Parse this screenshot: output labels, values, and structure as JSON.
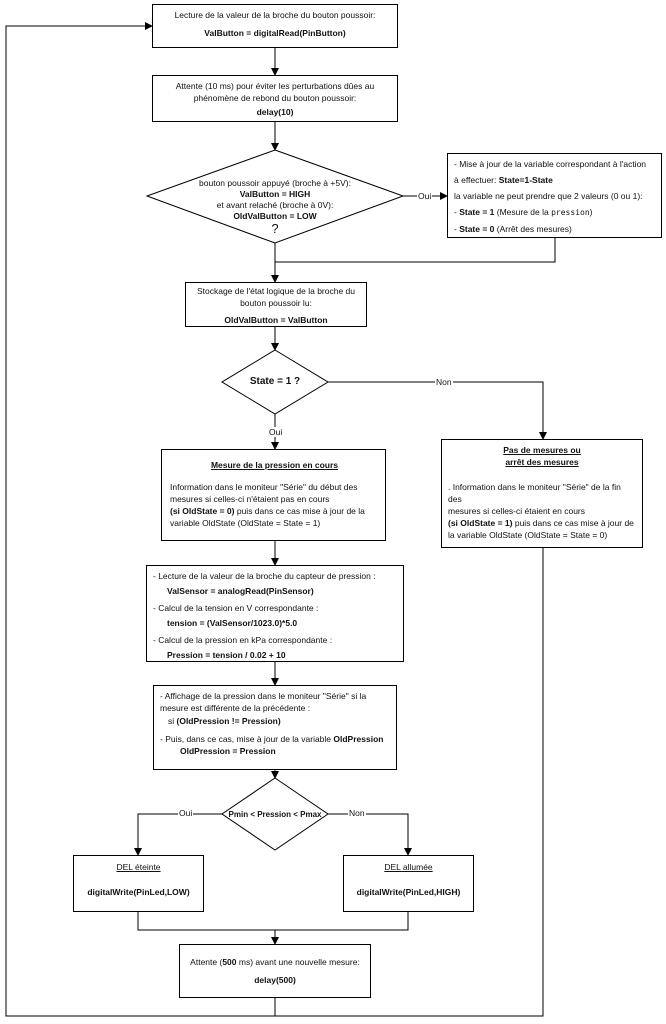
{
  "read_box": {
    "line1": "Lecture de la valeur de la broche du bouton poussoir:",
    "line2": "ValButton = digitalRead(PinButton)"
  },
  "debounce_box": {
    "line1": "Attente (10 ms) pour éviter les perturbations dûes au",
    "line2": "phénomène de rebond du bouton poussoir:",
    "line3": "delay(10)"
  },
  "decision_press": {
    "line1": "bouton poussoir appuyé (broche à +5V):",
    "line2": "ValButton = HIGH",
    "line3": "et avant relaché (broche à 0V):",
    "line4": "OldValButton = LOW",
    "line5": "?"
  },
  "state_update_box": {
    "line1": "- Mise à jour de la variable correspondant à l'action",
    "line2_prefix": "à effectuer: ",
    "line2_bold": "State=1-State",
    "line3": "la variable ne peut prendre que 2 valeurs (0 ou 1):",
    "line4_prefix": "- ",
    "line4_bold": "State = 1",
    "line4_suffix": " (Mesure de la ",
    "line4_word": "pression",
    "line4_end": ")",
    "line5_prefix": "- ",
    "line5_bold": "State = 0",
    "line5_suffix": " (Arrêt des mesures)"
  },
  "store_box": {
    "line1": "Stockage de l'état logique de la broche du",
    "line2": "bouton poussoir lu:",
    "line3": "OldValButton = ValButton"
  },
  "decision_state": {
    "text": "State = 1 ?"
  },
  "labels": {
    "oui_press": "Oui",
    "non_state": "Non",
    "oui_state": "Oui",
    "oui_range": "Oui",
    "non_range": "Non"
  },
  "measure_box": {
    "title": "Mesure de la pression en cours",
    "line1": "Information dans le moniteur \"Série\" du début des",
    "line2": "mesures si celles-ci n'étaient pas en cours",
    "line3_bold": "(si OldState = 0)",
    "line3_rest": "  puis dans ce cas mise à jour de la",
    "line4": "variable OldState (OldState = State = 1)"
  },
  "no_measure_box": {
    "title1": "Pas de mesures ou",
    "title2": "arrêt des mesures",
    "line1": ". Information dans le moniteur \"Série\" de la fin des",
    "line2": "mesures si celles-ci étaient en cours",
    "line3_bold": "(si OldState = 1)",
    "line3_rest": "  puis dans ce cas mise à jour de",
    "line4": "la variable OldState (OldState = State = 0)"
  },
  "sensor_box": {
    "line1": "- Lecture de la valeur de la broche du capteur de pression :",
    "line2": "ValSensor = analogRead(PinSensor)",
    "line3": "- Calcul de la tension en V correspondante :",
    "line4": "tension = (ValSensor/1023.0)*5.0",
    "line5": "- Calcul de la pression en kPa correspondante :",
    "line6": "Pression = tension / 0.02 + 10"
  },
  "display_box": {
    "line1": "- Affichage de la pression dans le moniteur \"Série\" si la",
    "line2": "mesure est différente de la précédente :",
    "line3_prefix": "si ",
    "line3_bold": "(OldPression != Pression)",
    "line4_prefix": "- Puis, dans ce cas, mise à jour de la variable ",
    "line4_bold": "OldPression",
    "line5": "OldPression = Pression"
  },
  "decision_range": {
    "text": "Pmin < Pression < Pmax"
  },
  "led_off_box": {
    "title": "DEL éteinte",
    "code": "digitalWrite(PinLed,LOW)"
  },
  "led_on_box": {
    "title": "DEL allumée",
    "code": "digitalWrite(PinLed,HIGH)"
  },
  "wait_box": {
    "line1_prefix": "Attente (",
    "line1_bold": "500",
    "line1_suffix": " ms) avant une nouvelle mesure:",
    "line2": "delay(500)"
  }
}
